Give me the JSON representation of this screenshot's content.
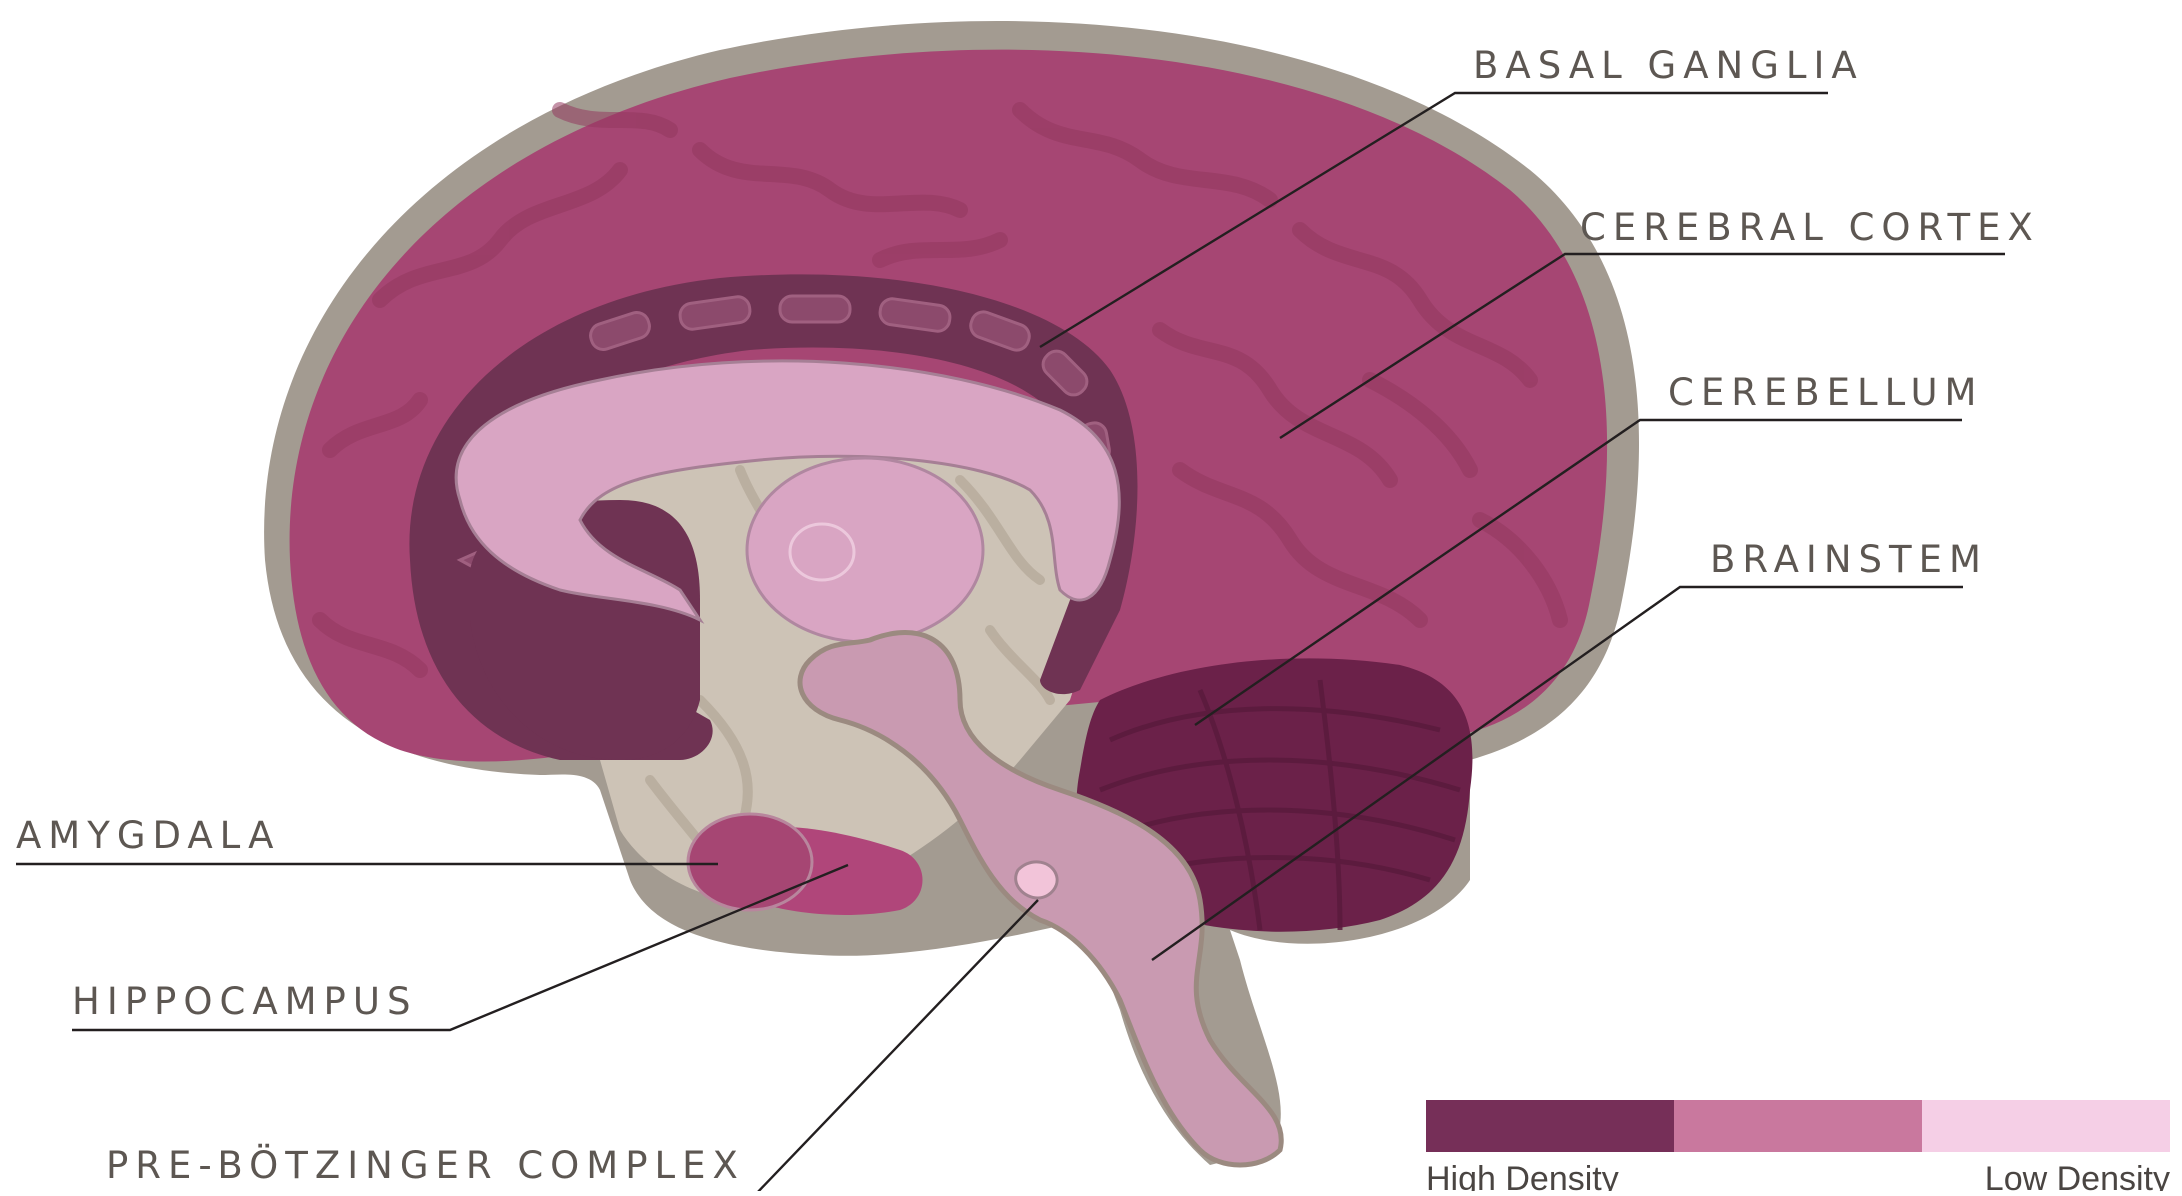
{
  "labels": {
    "basal_ganglia": "BASAL GANGLIA",
    "cerebral_cortex": "CEREBRAL CORTEX",
    "cerebellum": "CEREBELLUM",
    "brainstem": "BRAINSTEM",
    "amygdala": "AMYGDALA",
    "hippocampus": "HIPPOCAMPUS",
    "pre_botzinger": "PRE-BÖTZINGER COMPLEX"
  },
  "legend": {
    "high_label": "High Density",
    "low_label": "Low Density",
    "colors": [
      "#762f58",
      "#c9789e",
      "#f5cfe6"
    ]
  },
  "colors": {
    "outline": "#9b948b",
    "cortex": "#a64673",
    "high_density": "#6f3353",
    "medium_density": "#d9a5c3",
    "low_density": "#c99ab1",
    "cerebellum": "#6b2149",
    "inner_tissue": "#cdc3b6"
  }
}
